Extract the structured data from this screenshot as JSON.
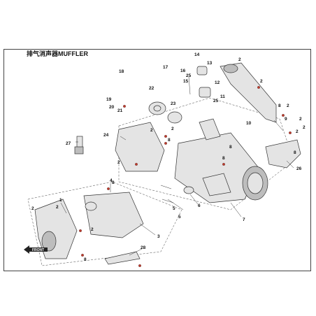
{
  "title": "排气消声器MUFFLER",
  "icon_text": "FRONT",
  "callouts": [
    {
      "label": "1"
    },
    {
      "label": "2"
    },
    {
      "label": "3"
    },
    {
      "label": "4"
    },
    {
      "label": "5"
    },
    {
      "label": "6"
    },
    {
      "label": "7"
    },
    {
      "label": "8"
    },
    {
      "label": "9"
    },
    {
      "label": "10"
    },
    {
      "label": "11"
    },
    {
      "label": "12"
    },
    {
      "label": "13"
    },
    {
      "label": "14"
    },
    {
      "label": "15"
    },
    {
      "label": "16"
    },
    {
      "label": "17"
    },
    {
      "label": "18"
    },
    {
      "label": "19"
    },
    {
      "label": "20"
    },
    {
      "label": "21"
    },
    {
      "label": "22"
    },
    {
      "label": "23"
    },
    {
      "label": "24"
    },
    {
      "label": "25"
    },
    {
      "label": "26"
    },
    {
      "label": "27"
    },
    {
      "label": "28"
    },
    {
      "label": "2"
    },
    {
      "label": "2"
    },
    {
      "label": "2"
    },
    {
      "label": "2"
    },
    {
      "label": "2"
    },
    {
      "label": "2"
    },
    {
      "label": "2"
    },
    {
      "label": "2"
    },
    {
      "label": "2"
    },
    {
      "label": "2"
    },
    {
      "label": "2"
    },
    {
      "label": "8"
    },
    {
      "label": "8"
    },
    {
      "label": "8"
    },
    {
      "label": "8"
    },
    {
      "label": "8"
    },
    {
      "label": "8"
    },
    {
      "label": "25"
    },
    {
      "label": "5"
    }
  ]
}
